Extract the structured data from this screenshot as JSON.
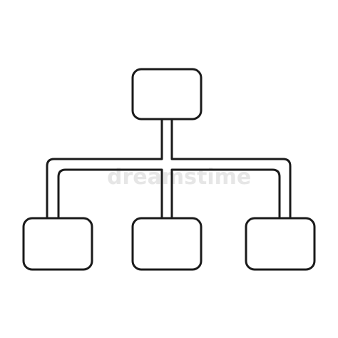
{
  "diagram": {
    "type": "hierarchy-icon",
    "stroke_color": "#1a1a1a",
    "background_color": "#ffffff",
    "nodes": [
      {
        "id": "root",
        "label": ""
      },
      {
        "id": "child-left",
        "label": ""
      },
      {
        "id": "child-middle",
        "label": ""
      },
      {
        "id": "child-right",
        "label": ""
      }
    ],
    "edges": [
      {
        "from": "root",
        "to": "child-left"
      },
      {
        "from": "root",
        "to": "child-middle"
      },
      {
        "from": "root",
        "to": "child-right"
      }
    ]
  },
  "watermark": {
    "text": "dreamstime"
  }
}
